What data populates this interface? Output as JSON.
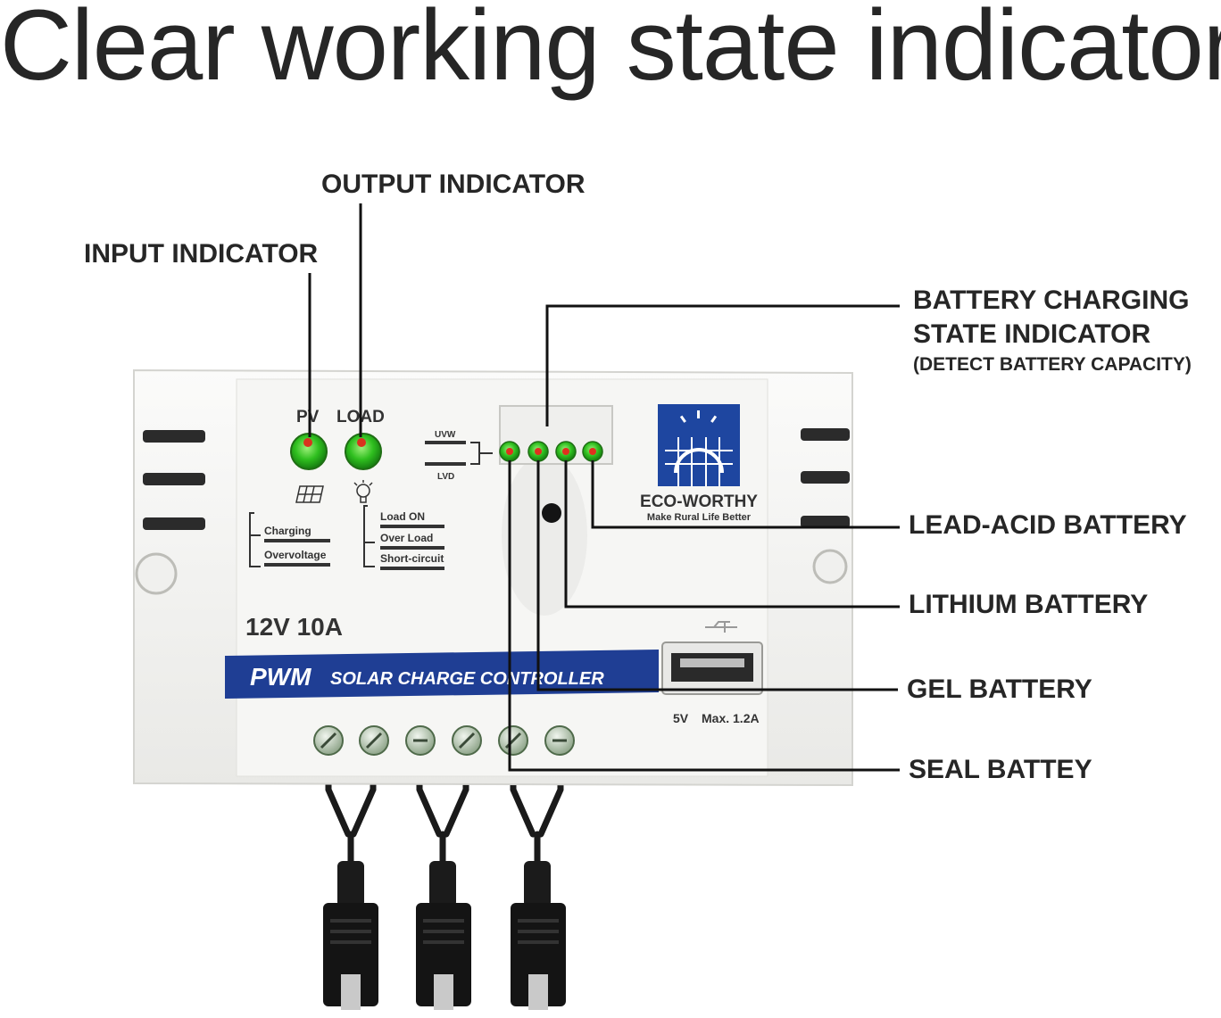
{
  "title": "Clear working state indicator",
  "callouts": {
    "output_indicator": "OUTPUT INDICATOR",
    "input_indicator": "INPUT INDICATOR",
    "battery_state_line1": "BATTERY CHARGING",
    "battery_state_line2": "STATE INDICATOR",
    "battery_state_note": "(DETECT BATTERY CAPACITY)",
    "lead_acid": "LEAD-ACID BATTERY",
    "lithium": "LITHIUM BATTERY",
    "gel": "GEL BATTERY",
    "seal": "SEAL BATTEY"
  },
  "device": {
    "pv_label": "PV",
    "load_label": "LOAD",
    "uvw_label": "UVW",
    "lvd_label": "LVD",
    "charging_label": "Charging",
    "overvoltage_label": "Overvoltage",
    "load_on_label": "Load ON",
    "over_load_label": "Over Load",
    "short_circuit_label": "Short-circuit",
    "brand": "ECO-WORTHY",
    "tagline": "Make Rural Life Better",
    "rating": "12V 10A",
    "band_pwm": "PWM",
    "band_text": "SOLAR CHARGE CONTROLLER",
    "usb_left": "5V",
    "usb_right": "Max. 1.2A"
  },
  "colors": {
    "led_green": "#2fbf1f",
    "led_red_dot": "#e0301e",
    "band_blue": "#1f3e94",
    "logo_blue": "#1e46a0",
    "housing": "#f3f3f1"
  }
}
